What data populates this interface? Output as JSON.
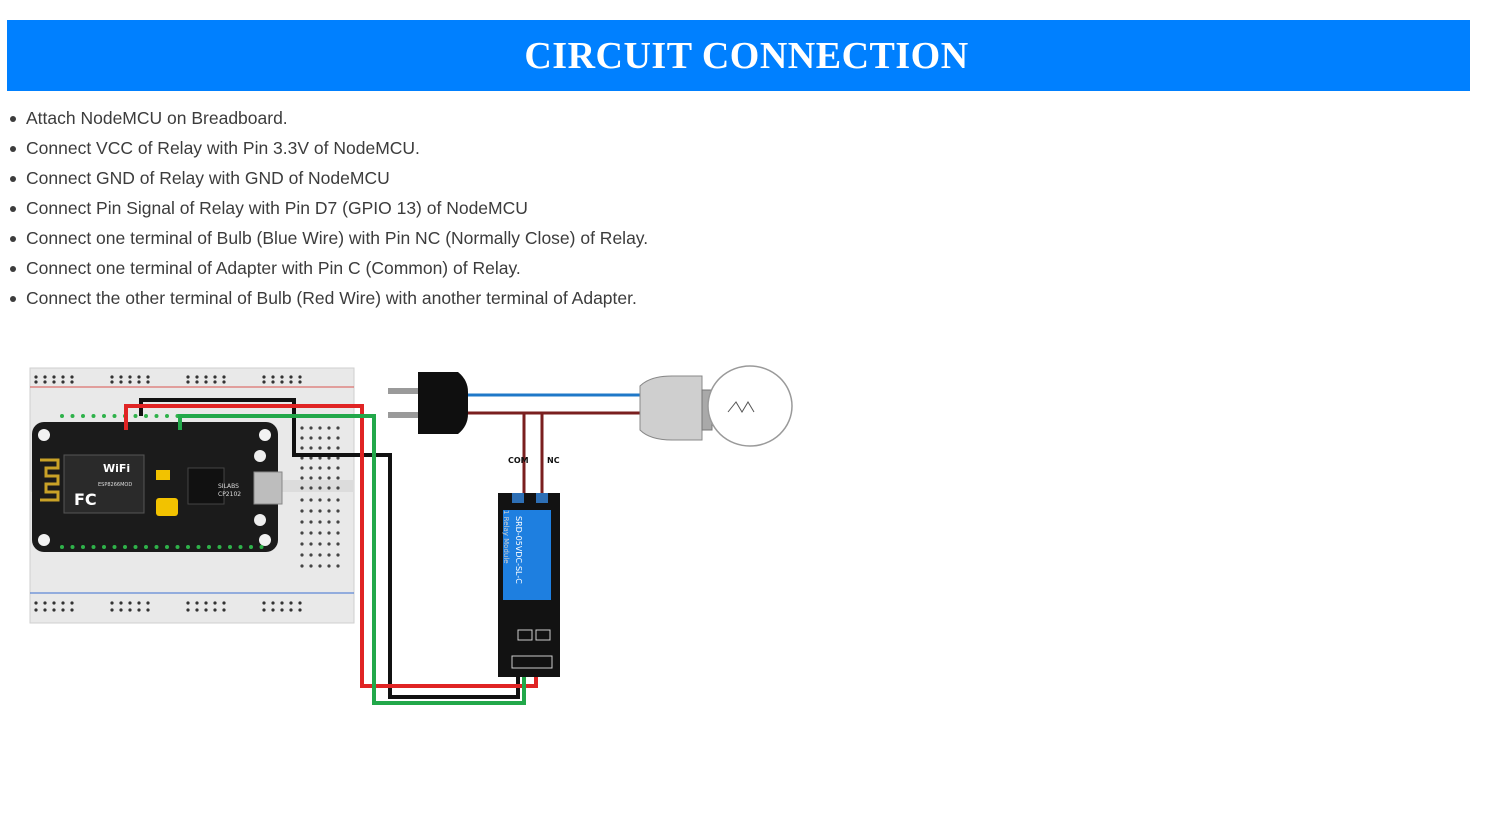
{
  "header": {
    "title": "CIRCUIT CONNECTION"
  },
  "steps": [
    "Attach NodeMCU on Breadboard.",
    "Connect VCC of Relay with Pin 3.3V of NodeMCU.",
    "Connect GND of Relay with GND of NodeMCU",
    "Connect Pin Signal of Relay with Pin D7 (GPIO 13) of NodeMCU",
    "Connect one terminal of Bulb (Blue Wire) with Pin NC (Normally Close) of Relay.",
    "Connect one terminal of Adapter with Pin C (Common) of Relay.",
    "Connect the other terminal of Bulb (Red Wire) with another terminal of Adapter."
  ],
  "diagram": {
    "relay_com_label": "COM",
    "relay_nc_label": "NC",
    "nodemcu_wifi_text": "WiFi",
    "nodemcu_chip_text": "ESP8266MOD",
    "nodemcu_fc_text": "FC",
    "nodemcu_silabs_text": "SILABS",
    "nodemcu_cp_text": "CP2102",
    "relay_model_text": "SRD-05VDC-SL-C",
    "relay_module_text": "1 Relay Module",
    "colors": {
      "header": "#0080ff",
      "wire_red": "#e02424",
      "wire_green": "#22a84a",
      "wire_black": "#111111",
      "wire_blue": "#1f78c8",
      "wire_brown": "#7a1f1f",
      "relay_blue": "#1e7fe0"
    }
  }
}
